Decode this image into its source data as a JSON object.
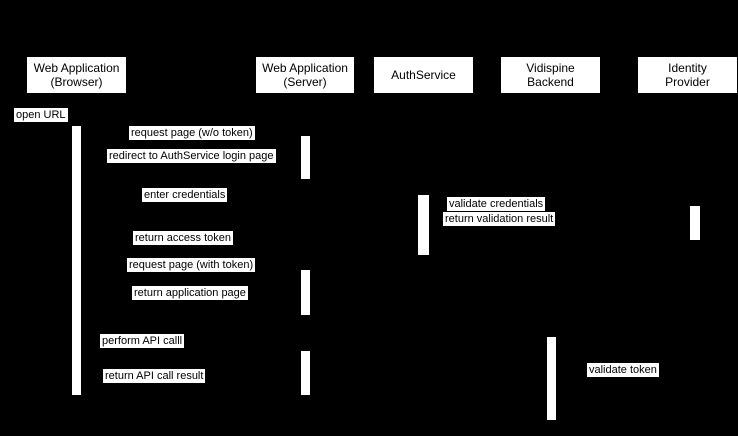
{
  "diagram": {
    "type": "uml-sequence",
    "colors": {
      "background": "#000000",
      "box_fill": "#ffffff",
      "text": "#000000"
    },
    "participants": [
      {
        "name": "Web Application (Browser)",
        "line1": "Web Application",
        "line2": "(Browser)"
      },
      {
        "name": "Web Application (Server)",
        "line1": "Web Application",
        "line2": "(Server)"
      },
      {
        "name": "AuthService",
        "line1": "AuthService",
        "line2": ""
      },
      {
        "name": "Vidispine Backend",
        "line1": "Vidispine",
        "line2": "Backend"
      },
      {
        "name": "Identity Provider",
        "line1": "Identity",
        "line2": "Provider"
      }
    ],
    "messages": [
      {
        "text": "open URL"
      },
      {
        "text": "request page (w/o token)"
      },
      {
        "text": "redirect to AuthService login page"
      },
      {
        "text": "enter credentials"
      },
      {
        "text": "validate credentials"
      },
      {
        "text": "return validation result"
      },
      {
        "text": "return access token"
      },
      {
        "text": "request page (with token)"
      },
      {
        "text": "return application page"
      },
      {
        "text": "perform API calll"
      },
      {
        "text": "return API call result"
      },
      {
        "text": "validate token"
      }
    ]
  }
}
